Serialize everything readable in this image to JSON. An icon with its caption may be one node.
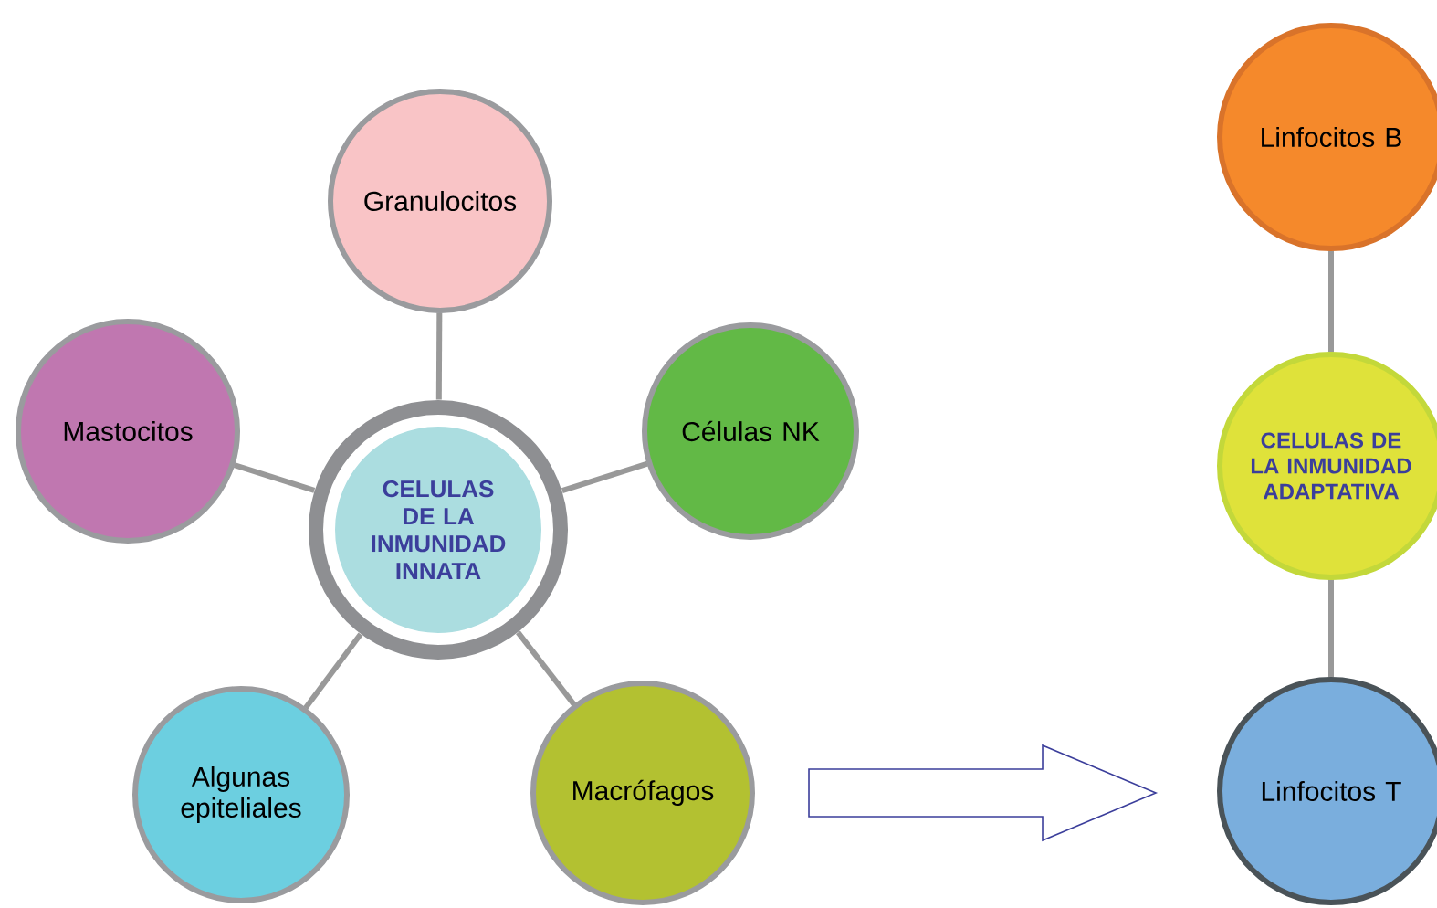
{
  "diagram": {
    "nodes": [
      {
        "text": [
          "Granulocitos"
        ]
      },
      {
        "text": [
          "Mastocitos"
        ]
      },
      {
        "text": [
          "CELULAS DE LA INMUNIDAD INNATA"
        ]
      },
      {
        "text": [
          "Células NK"
        ]
      },
      {
        "text": [
          "Algunas epiteliales"
        ]
      },
      {
        "text": [
          "Macrófagos"
        ]
      },
      {
        "text": [
          "Linfocitos B"
        ]
      },
      {
        "text": [
          "CELULAS DE LA INMUNIDAD ADAPTATIVA"
        ]
      },
      {
        "text": [
          "Linfocitos T"
        ]
      }
    ],
    "edges": [
      {
        "from": 2,
        "to": 0,
        "arrow": "none"
      },
      {
        "from": 2,
        "to": 1,
        "arrow": "none"
      },
      {
        "from": 2,
        "to": 3,
        "arrow": "none"
      },
      {
        "from": 2,
        "to": 4,
        "arrow": "none"
      },
      {
        "from": 2,
        "to": 5,
        "arrow": "none"
      },
      {
        "from": 7,
        "to": 6,
        "arrow": "none"
      },
      {
        "from": 7,
        "to": 8,
        "arrow": "none"
      },
      {
        "from": 5,
        "to": 8,
        "arrow": "to",
        "style": "thick"
      }
    ]
  }
}
